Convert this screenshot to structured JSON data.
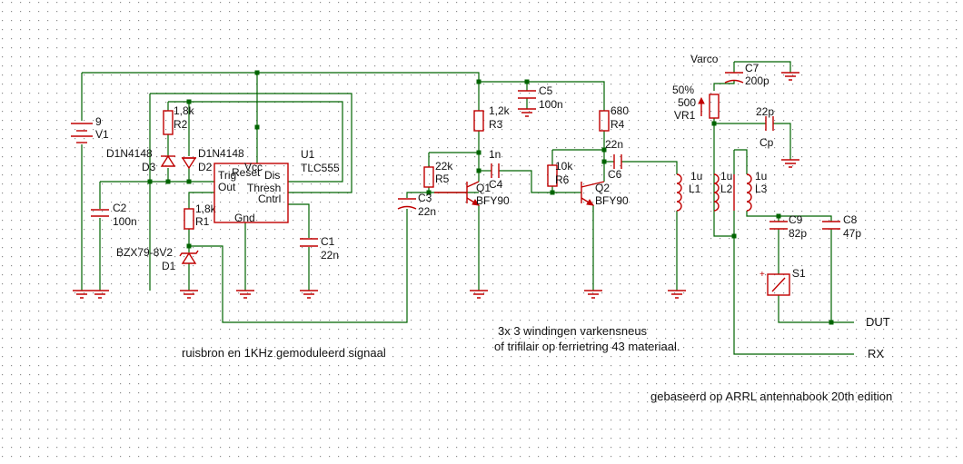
{
  "labels": {
    "v1_value": "9",
    "v1_ref": "V1",
    "r2_value": "1,8k",
    "r2_ref": "R2",
    "d3_part": "D1N4148",
    "d3_ref": "D3",
    "d2_part": "D1N4148",
    "d2_ref": "D2",
    "c2_ref": "C2",
    "c2_value": "100n",
    "r1_value": "1,8k",
    "r1_ref": "R1",
    "d1_part": "BZX79-8V2",
    "d1_ref": "D1",
    "pin_trig": "Trig",
    "pin_reset": "Reset",
    "pin_vcc": "Vcc",
    "pin_dis": "Dis",
    "pin_out": "Out",
    "pin_thresh": "Thresh",
    "pin_cntrl": "Cntrl",
    "pin_gnd": "Gnd",
    "u1_ref": "U1",
    "u1_part": "TLC555",
    "c1_ref": "C1",
    "c1_value": "22n",
    "c3_ref": "C3",
    "c3_value": "22n",
    "r5_value": "22k",
    "r5_ref": "R5",
    "r3_value": "1,2k",
    "r3_ref": "R3",
    "c5_ref": "C5",
    "c5_value": "100n",
    "q1_ref": "Q1",
    "q1_part": "BFY90",
    "c4_value": "1n",
    "c4_ref": "C4",
    "r6_value": "10k",
    "r6_ref": "R6",
    "r4_value": "680",
    "r4_ref": "R4",
    "c6_value": "22n",
    "c6_ref": "C6",
    "q2_ref": "Q2",
    "q2_part": "BFY90",
    "l1_value": "1u",
    "l1_ref": "L1",
    "l2_value": "1u",
    "l2_ref": "L2",
    "l3_value": "1u",
    "l3_ref": "L3",
    "varco": "Varco",
    "c7_ref": "C7",
    "c7_value": "200p",
    "vr1_pct": "50%",
    "vr1_value": "500",
    "vr1_ref": "VR1",
    "cp_value": "22p",
    "cp_ref": "Cp",
    "c9_ref": "C9",
    "c9_value": "82p",
    "c8_ref": "C8",
    "c8_value": "47p",
    "s1_ref": "S1",
    "dut": "DUT",
    "rx": "RX"
  },
  "notes": {
    "noise_source": "ruisbron en 1KHz gemoduleerd signaal",
    "windings_line1": "3x 3 windingen varkensneus",
    "windings_line2": "of trifilair op ferrietring 43 materiaal.",
    "based_on": "gebaseerd op ARRL antennabook 20th edition"
  },
  "colors": {
    "wire": "#006400",
    "component": "#c00000",
    "grid_dot": "#8c8c8c"
  }
}
